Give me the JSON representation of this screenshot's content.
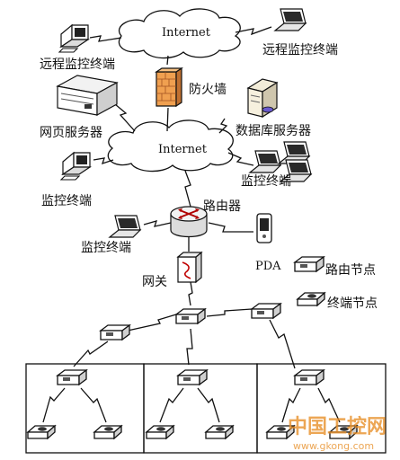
{
  "labels": {
    "internet_top": "Internet",
    "internet_mid": "Internet",
    "remote_left": "远程监控终端",
    "remote_right": "远程监控终端",
    "firewall": "防火墙",
    "web_server": "网页服务器",
    "db_server": "数据库服务器",
    "monitor_left": "监控终端",
    "monitor_right": "监控终端",
    "monitor_laptop": "监控终端",
    "router": "路由器",
    "pda": "PDA",
    "gateway": "网关",
    "legend_router_node": "路由节点",
    "legend_end_node": "终端节点"
  },
  "watermark": {
    "main": "中国工控网",
    "sub": "www.gkong.com"
  },
  "colors": {
    "line": "#111111",
    "node_face": "#ffffff",
    "node_side": "#cfcfcf",
    "firewall": "#f0a050",
    "watermark": "#e8902a"
  }
}
